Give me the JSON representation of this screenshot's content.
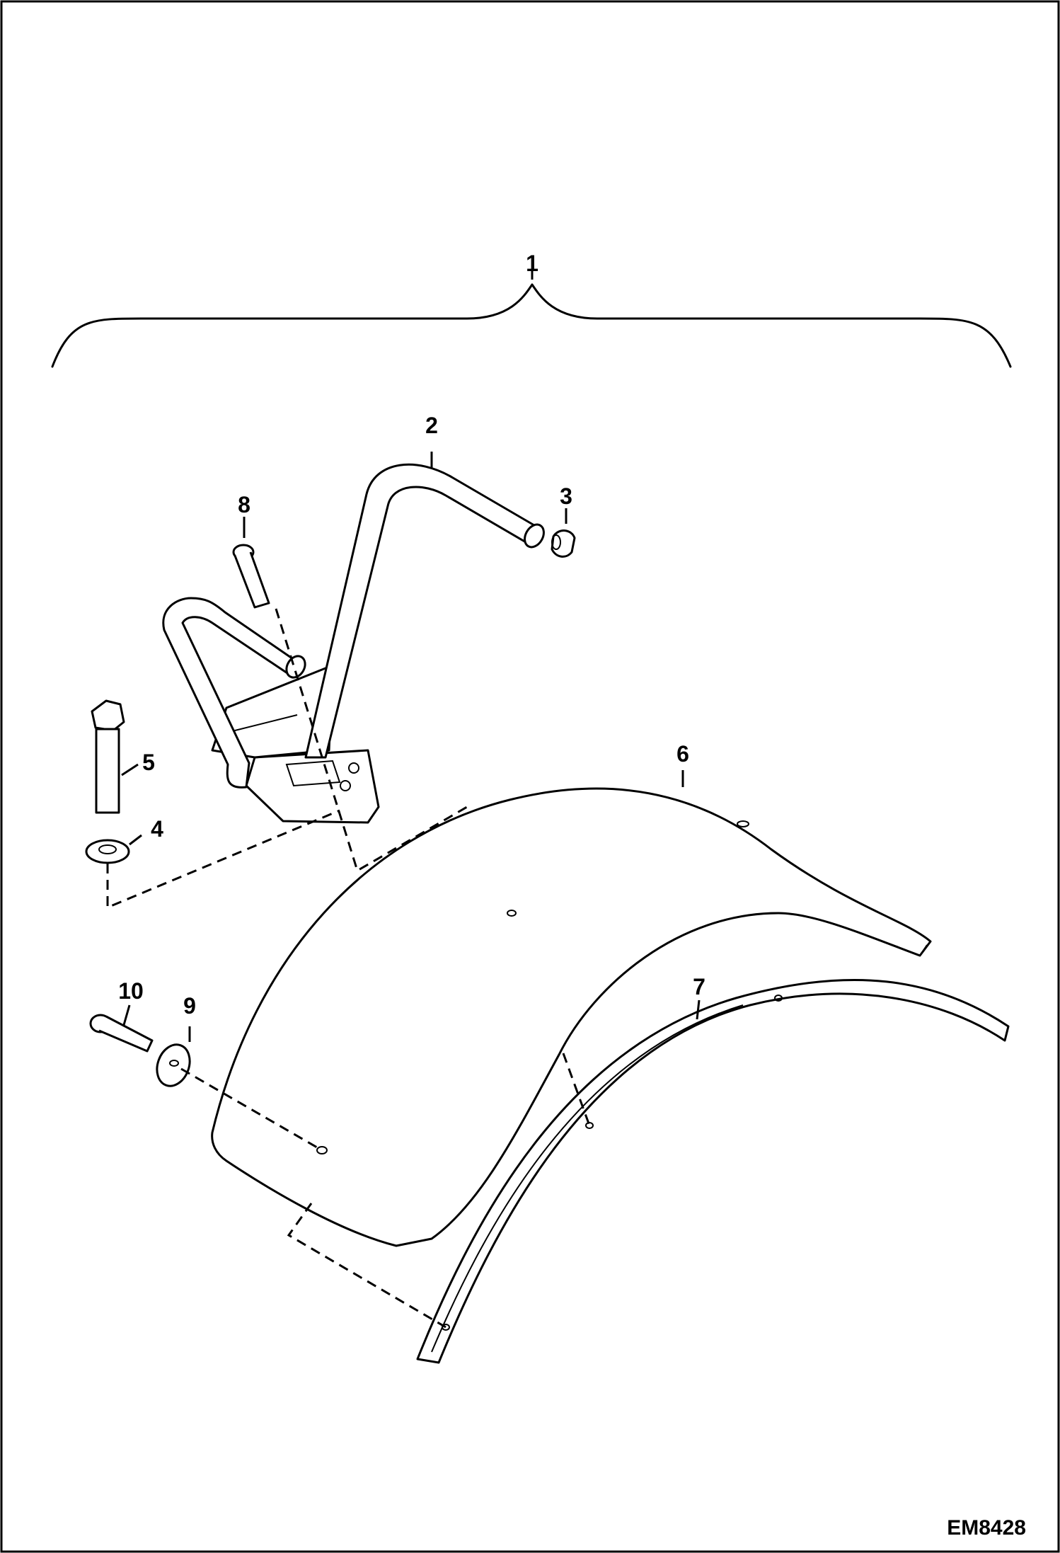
{
  "callouts": {
    "c1": "1",
    "c2": "2",
    "c3": "3",
    "c4": "4",
    "c5": "5",
    "c6": "6",
    "c7": "7",
    "c8": "8",
    "c9": "9",
    "c10": "10"
  },
  "figure_ref": "EM8428"
}
